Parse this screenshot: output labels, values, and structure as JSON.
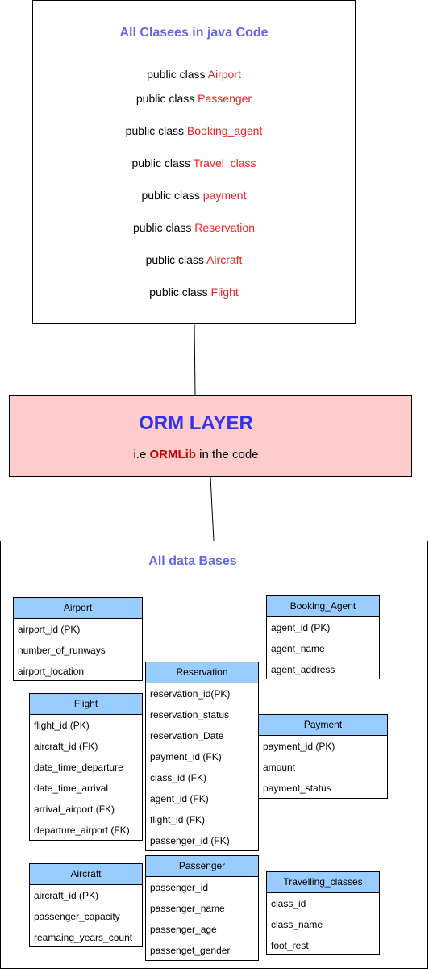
{
  "classes_box": {
    "title": "All Clasees in java Code",
    "prefix": "public class",
    "classes": [
      "Airport",
      "Passenger",
      "Booking_agent",
      "Travel_class",
      "payment",
      "Reservation",
      "Aircraft",
      "Flight"
    ]
  },
  "orm": {
    "title": "ORM LAYER",
    "sub_prefix": "i.e",
    "sub_lib": "ORMLib",
    "sub_suffix": "in the code"
  },
  "db_box": {
    "title": "All data Bases",
    "tables": {
      "airport": {
        "name": "Airport",
        "fields": [
          "airport_id (PK)",
          "number_of_runways",
          "airport_location"
        ]
      },
      "booking_agent": {
        "name": "Booking_Agent",
        "fields": [
          "agent_id (PK)",
          "agent_name",
          "agent_address"
        ]
      },
      "reservation": {
        "name": "Reservation",
        "fields": [
          "reservation_id(PK)",
          "reservation_status",
          "reservation_Date",
          "payment_id (FK)",
          "class_id (FK)",
          "agent_id (FK)",
          "flight_id (FK)",
          "passenger_id (FK)"
        ]
      },
      "flight": {
        "name": "Flight",
        "fields": [
          "flight_id (PK)",
          "aircraft_id (FK)",
          "date_time_departure",
          "date_time_arrival",
          "arrival_airport (FK)",
          "departure_airport (FK)"
        ]
      },
      "payment": {
        "name": "Payment",
        "fields": [
          "payment_id (PK)",
          "amount",
          "payment_status"
        ]
      },
      "aircraft": {
        "name": "Aircraft",
        "fields": [
          "aircraft_id (PK)",
          "passenger_capacity",
          "reamaing_years_count"
        ]
      },
      "passenger": {
        "name": "Passenger",
        "fields": [
          "passenger_id",
          "passenger_name",
          "passenger_age",
          "passenget_gender"
        ]
      },
      "travelling_classes": {
        "name": "Travelling_classes",
        "fields": [
          "class_id",
          "class_name",
          "foot_rest"
        ]
      }
    }
  }
}
